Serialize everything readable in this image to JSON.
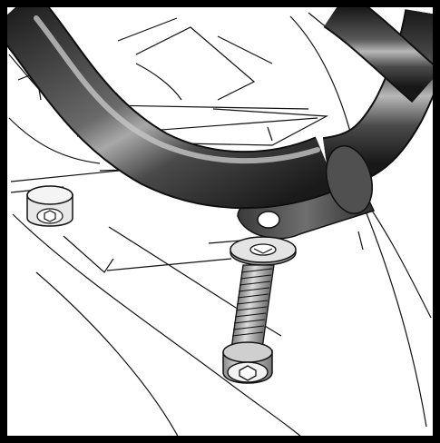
{
  "illustration": {
    "parts": {
      "guard_bar": "bar",
      "mounting_bracket": "bracket",
      "washer": "washer",
      "screw": "socket-head-cap-screw",
      "existing_bolts": "bolt"
    },
    "colors": {
      "background": "#ffffff",
      "frame": "#000000",
      "line_art": "#111111",
      "bar_dark": "#1e1e1e",
      "bar_mid": "#5a5a5a",
      "bar_highlight": "#b8b8b8",
      "metal_light": "#d8d8d8",
      "metal_mid": "#9a9a9a"
    }
  }
}
